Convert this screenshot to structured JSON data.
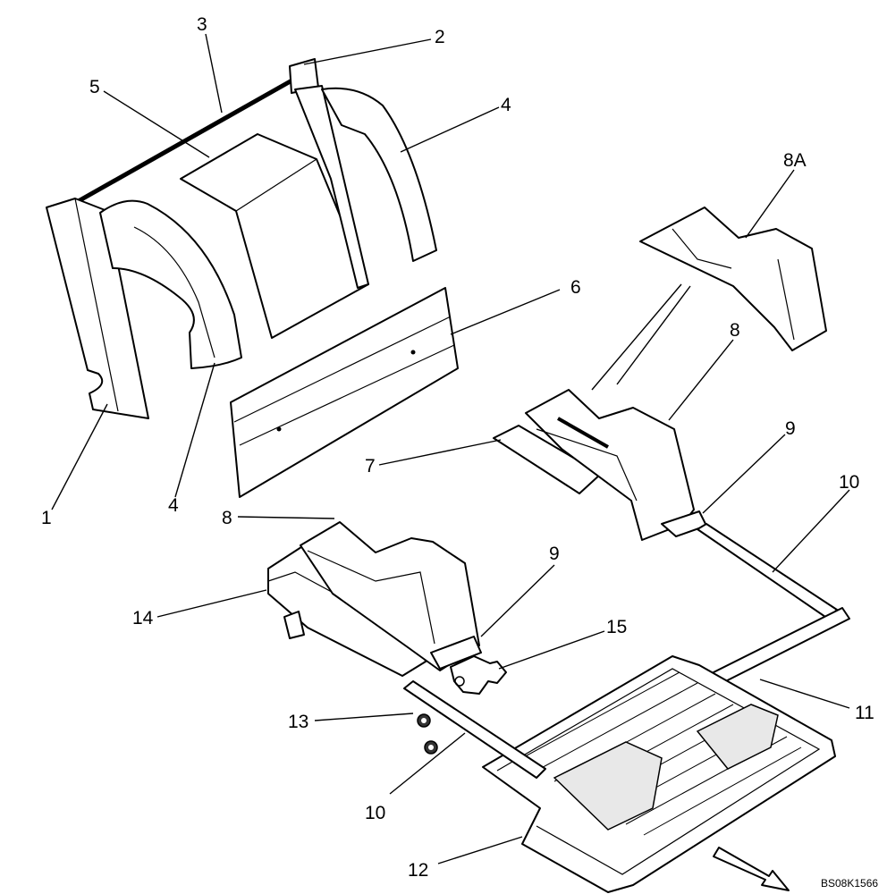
{
  "callouts": {
    "c1": "1",
    "c2": "2",
    "c3": "3",
    "c4a": "4",
    "c4b": "4",
    "c5": "5",
    "c6": "6",
    "c7": "7",
    "c8a": "8A",
    "c8b": "8",
    "c8c": "8",
    "c9a": "9",
    "c9b": "9",
    "c10a": "10",
    "c10b": "10",
    "c11": "11",
    "c12": "12",
    "c13": "13",
    "c14": "14",
    "c15": "15"
  },
  "drawing_code": "BS08K1566"
}
